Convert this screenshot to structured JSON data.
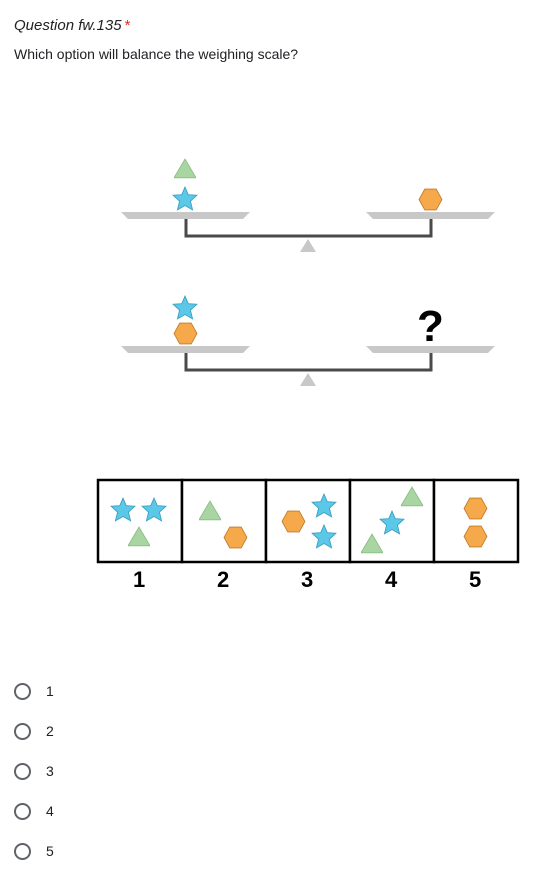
{
  "question": {
    "title": "Question fw.135",
    "required_mark": "*",
    "text": "Which option will balance the weighing scale?"
  },
  "figure": {
    "scale_1": {
      "left_pan": [
        "triangle",
        "star"
      ],
      "right_pan": [
        "hexagon"
      ]
    },
    "scale_2": {
      "left_pan": [
        "star",
        "hexagon"
      ],
      "right_pan_label": "?"
    },
    "answer_boxes": [
      {
        "label": "1",
        "contents": [
          "star",
          "star",
          "triangle"
        ]
      },
      {
        "label": "2",
        "contents": [
          "triangle",
          "hexagon"
        ]
      },
      {
        "label": "3",
        "contents": [
          "hexagon",
          "star",
          "star"
        ]
      },
      {
        "label": "4",
        "contents": [
          "triangle",
          "star",
          "triangle"
        ]
      },
      {
        "label": "5",
        "contents": [
          "hexagon",
          "hexagon"
        ]
      }
    ],
    "colors": {
      "triangle": "#a8d5a2",
      "star": "#5bc8e8",
      "hexagon": "#f5a94a",
      "pan": "#c8c8c8",
      "beam": "#4a4a4a"
    }
  },
  "options": [
    {
      "label": "1"
    },
    {
      "label": "2"
    },
    {
      "label": "3"
    },
    {
      "label": "4"
    },
    {
      "label": "5"
    }
  ]
}
